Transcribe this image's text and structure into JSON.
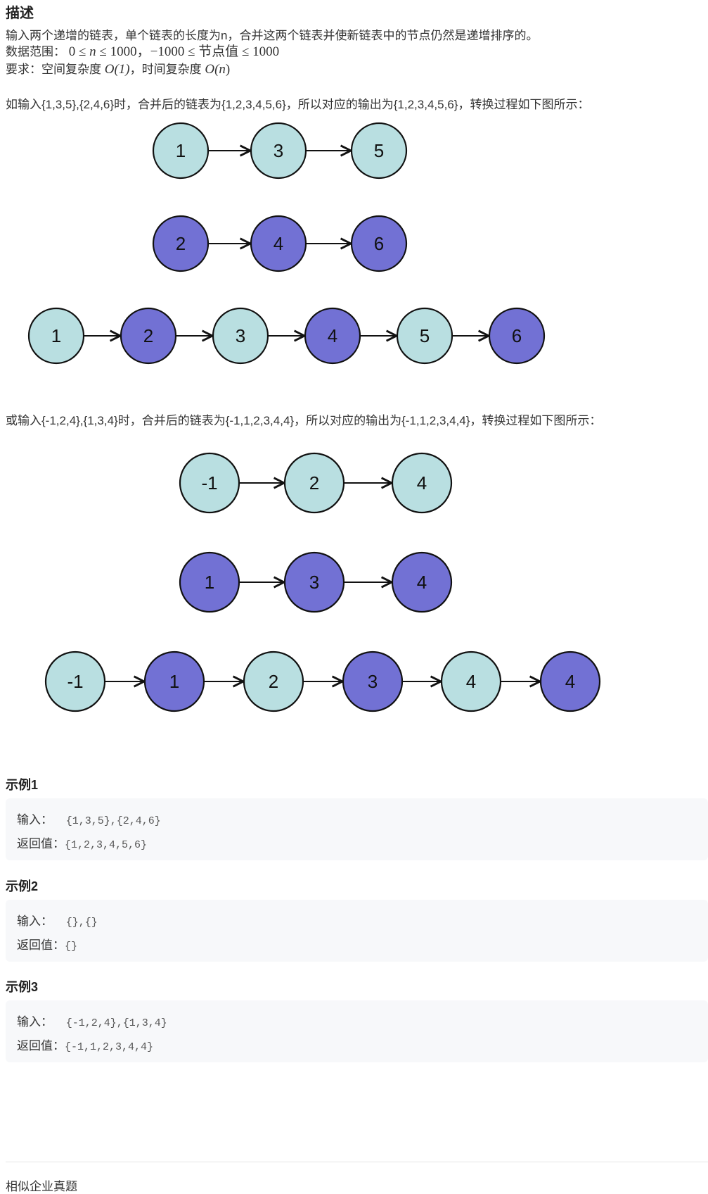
{
  "description": {
    "heading": "描述",
    "line1": "输入两个递增的链表，单个链表的长度为n，合并这两个链表并使新链表中的节点仍然是递增排序的。",
    "range_label": "数据范围：",
    "range_math": {
      "p1": "0 ≤ ",
      "n": "n",
      "p2": " ≤ 1000，−1000 ≤ 节点值 ≤ 1000"
    },
    "req_label": "要求：空间复杂度 ",
    "req_space": "O(1)",
    "req_mid": "，时间复杂度 ",
    "req_time_pre": "O(",
    "req_time_n": "n",
    "req_time_post": ")",
    "example_text1": "如输入{1,3,5},{2,4,6}时，合并后的链表为{1,2,3,4,5,6}，所以对应的输出为{1,2,3,4,5,6}，转换过程如下图所示：",
    "example_text2": "或输入{-1,2,4},{1,3,4}时，合并后的链表为{-1,1,2,3,4,4}，所以对应的输出为{-1,1,2,3,4,4}，转换过程如下图所示："
  },
  "colors": {
    "light": "#b9dfe1",
    "dark": "#7271d4"
  },
  "diagram1": {
    "list_a": [
      {
        "label": "1",
        "color": "light"
      },
      {
        "label": "3",
        "color": "light"
      },
      {
        "label": "5",
        "color": "light"
      }
    ],
    "list_b": [
      {
        "label": "2",
        "color": "dark"
      },
      {
        "label": "4",
        "color": "dark"
      },
      {
        "label": "6",
        "color": "dark"
      }
    ],
    "merged": [
      {
        "label": "1",
        "color": "light"
      },
      {
        "label": "2",
        "color": "dark"
      },
      {
        "label": "3",
        "color": "light"
      },
      {
        "label": "4",
        "color": "dark"
      },
      {
        "label": "5",
        "color": "light"
      },
      {
        "label": "6",
        "color": "dark"
      }
    ]
  },
  "diagram2": {
    "list_a": [
      {
        "label": "-1",
        "color": "light"
      },
      {
        "label": "2",
        "color": "light"
      },
      {
        "label": "4",
        "color": "light"
      }
    ],
    "list_b": [
      {
        "label": "1",
        "color": "dark"
      },
      {
        "label": "3",
        "color": "dark"
      },
      {
        "label": "4",
        "color": "dark"
      }
    ],
    "merged": [
      {
        "label": "-1",
        "color": "light"
      },
      {
        "label": "1",
        "color": "dark"
      },
      {
        "label": "2",
        "color": "light"
      },
      {
        "label": "3",
        "color": "dark"
      },
      {
        "label": "4",
        "color": "light"
      },
      {
        "label": "4",
        "color": "dark"
      }
    ]
  },
  "examples": [
    {
      "title": "示例1",
      "input_label": "输入：",
      "input": "{1,3,5},{2,4,6}",
      "output_label": "返回值：",
      "output": "{1,2,3,4,5,6}"
    },
    {
      "title": "示例2",
      "input_label": "输入：",
      "input": "{},{}",
      "output_label": "返回值：",
      "output": "{}"
    },
    {
      "title": "示例3",
      "input_label": "输入：",
      "input": "{-1,2,4},{1,3,4}",
      "output_label": "返回值：",
      "output": "{-1,1,2,3,4,4}"
    }
  ],
  "footer": {
    "label": "相似企业真题"
  }
}
